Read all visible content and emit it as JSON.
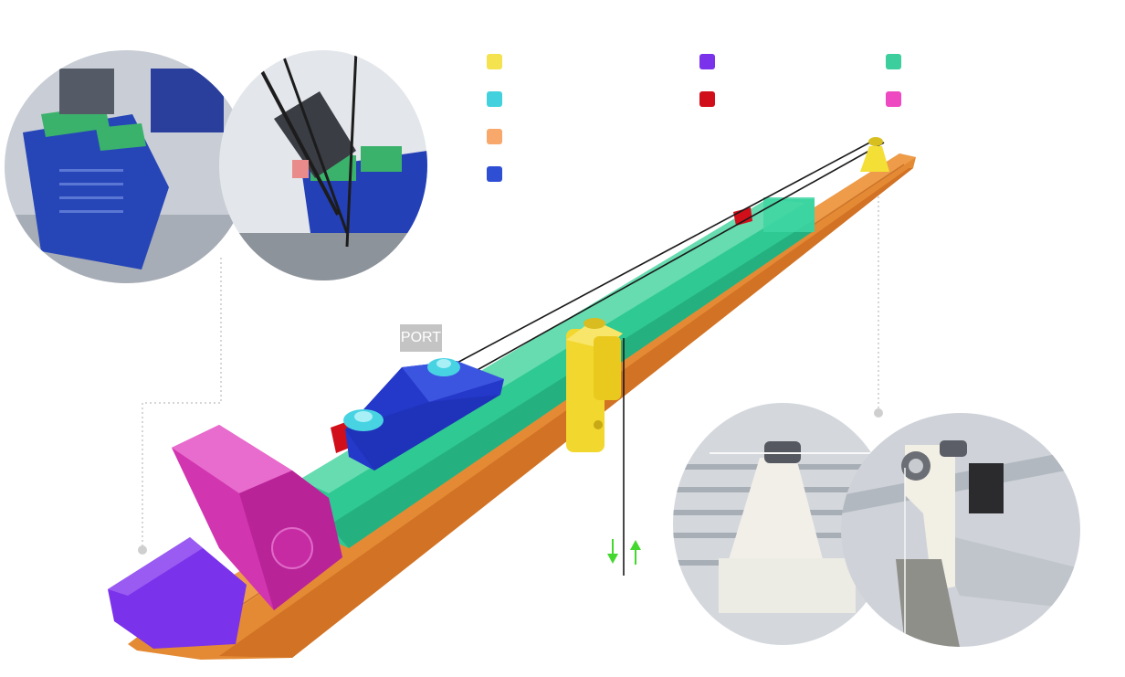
{
  "legend": [
    {
      "id": "legend-yellow",
      "color": "#f4e24f"
    },
    {
      "id": "legend-cyan",
      "color": "#43d1dd"
    },
    {
      "id": "legend-orange",
      "color": "#f7a86a"
    },
    {
      "id": "legend-blue",
      "color": "#2e4fd4"
    },
    {
      "id": "legend-purple",
      "color": "#7a32ea"
    },
    {
      "id": "legend-red",
      "color": "#d10f1a"
    },
    {
      "id": "legend-green",
      "color": "#3cce9c"
    },
    {
      "id": "legend-pink",
      "color": "#ee49c1"
    }
  ],
  "labels": {
    "port": "PORT"
  },
  "colors": {
    "rail": "#e07f2a",
    "carriage_rail": "#2ec98f",
    "motor": "#d235b0",
    "motor_base": "#7a32ea",
    "driver_mount": "#2336c4",
    "clip": "#42cde0",
    "idler": "#f4e24f",
    "cart": "#f2d72e",
    "stop": "#d10f1a",
    "arrow": "#43d82e"
  }
}
